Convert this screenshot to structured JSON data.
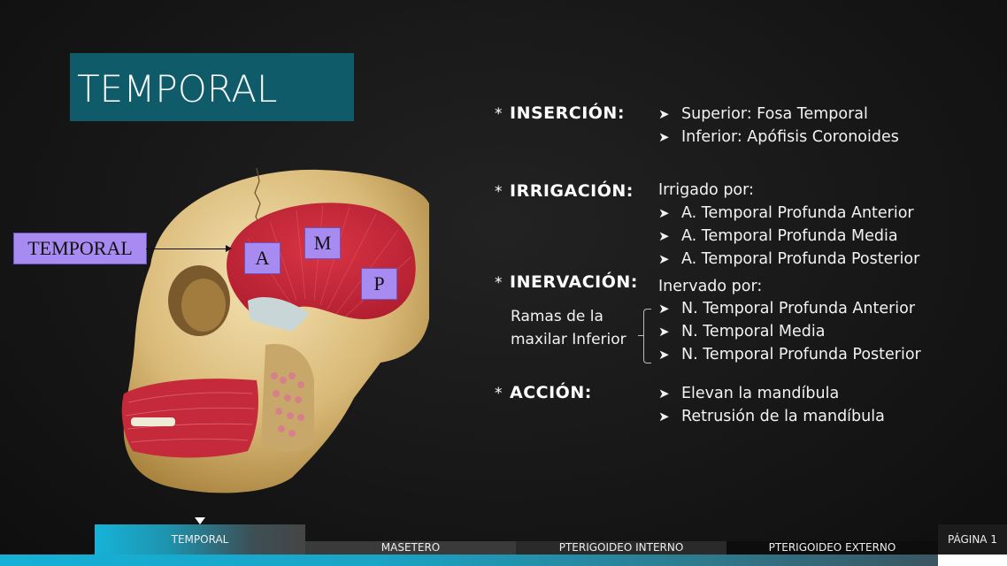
{
  "slide": {
    "title": "TEMPORAL"
  },
  "figure": {
    "labels": {
      "muscle": "TEMPORAL",
      "anterior": "A",
      "middle": "M",
      "posterior": "P"
    },
    "colors": {
      "label_fill": "#a78bf0",
      "muscle_red": "#c8283a",
      "bone": "#e2c98f"
    }
  },
  "content": {
    "star": "*",
    "bullet_icon": "arrow-bullet",
    "insercion": {
      "heading": "INSERCIÓN:",
      "items": [
        "Superior: Fosa Temporal",
        "Inferior: Apófisis Coronoides"
      ]
    },
    "irrigacion": {
      "heading": "IRRIGACIÓN:",
      "intro": "Irrigado por:",
      "items": [
        "A. Temporal Profunda Anterior",
        "A. Temporal Profunda Media",
        "A. Temporal Profunda Posterior"
      ]
    },
    "inervacion": {
      "heading": "INERVACIÓN:",
      "intro": "Inervado por:",
      "side_note": [
        "Ramas de la",
        "maxilar Inferior"
      ],
      "items": [
        "N. Temporal Profunda Anterior",
        "N. Temporal Media",
        "N. Temporal Profunda Posterior"
      ]
    },
    "accion": {
      "heading": "ACCIÓN:",
      "items": [
        "Elevan la mandíbula",
        "Retrusión de la mandíbula"
      ]
    }
  },
  "nav": {
    "tabs": [
      {
        "label": "TEMPORAL",
        "active": true
      },
      {
        "label": "MASETERO",
        "active": false
      },
      {
        "label": "PTERIGOIDEO INTERNO",
        "active": false
      },
      {
        "label": "PTERIGOIDEO EXTERNO",
        "active": false
      }
    ],
    "page": "PÁGINA 1",
    "accent": "#16b0d6"
  }
}
